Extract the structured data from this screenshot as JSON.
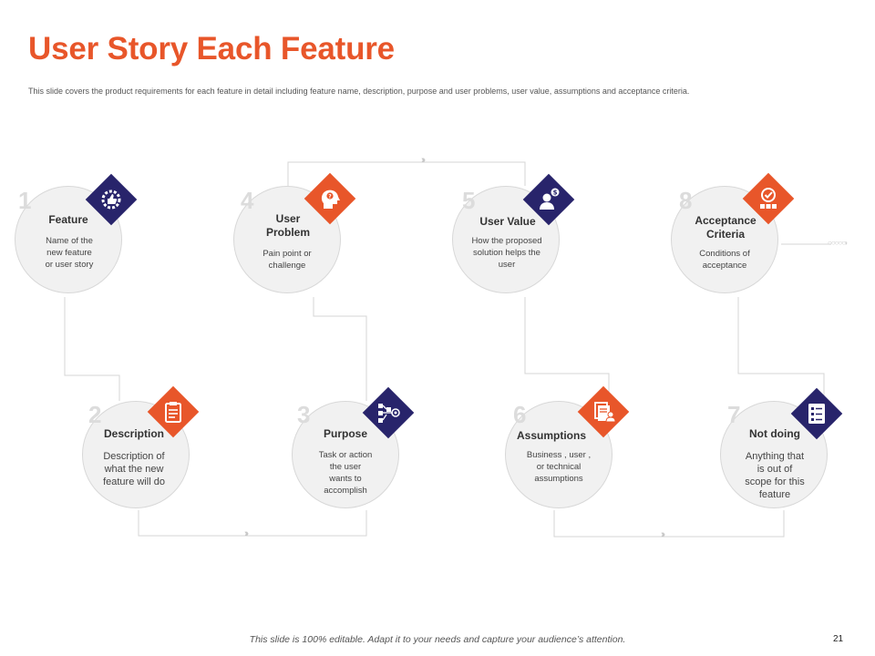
{
  "title": "User Story Each Feature",
  "subtitle": "This slide covers the product requirements for each feature in detail including  feature name, description, purpose and user problems, user value, assumptions and acceptance criteria.",
  "colors": {
    "orange": "#e8562a",
    "navy": "#28246b",
    "circle": "#f1f1f1",
    "line": "#d5d5d5"
  },
  "steps": [
    {
      "num": "1",
      "label": "Feature",
      "desc": "Name of the\nnew feature\nor user story",
      "icon": "thumbs-up-gear-icon"
    },
    {
      "num": "2",
      "label": "Description",
      "desc": "Description of\nwhat the new\nfeature will do",
      "icon": "clipboard-icon"
    },
    {
      "num": "3",
      "label": "Purpose",
      "desc": "Task or action\nthe user\nwants to\naccomplish",
      "icon": "flowchart-target-icon"
    },
    {
      "num": "4",
      "label": "User\nProblem",
      "desc": "Pain point or\nchallenge",
      "icon": "head-question-icon"
    },
    {
      "num": "5",
      "label": "User Value",
      "desc": "How the proposed\nsolution helps the\nuser",
      "icon": "user-dollar-icon"
    },
    {
      "num": "6",
      "label": "Assumptions",
      "desc": "Business , user ,\nor technical\nassumptions",
      "icon": "documents-person-icon"
    },
    {
      "num": "7",
      "label": "Not doing",
      "desc": "Anything that\nis out of\nscope for this\nfeature",
      "icon": "checklist-icon"
    },
    {
      "num": "8",
      "label": "Acceptance\nCriteria",
      "desc": "Conditions of\nacceptance",
      "icon": "checkmark-team-icon"
    }
  ],
  "footer": "This slide is 100% editable. Adapt it to your needs and capture your audience’s attention.",
  "page_number": "21"
}
